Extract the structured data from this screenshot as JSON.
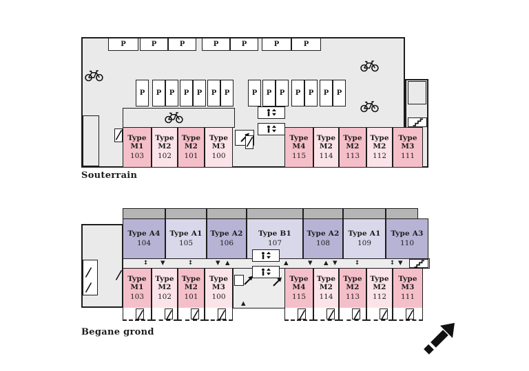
{
  "floors": {
    "souterrain": {
      "label": "Souterrain",
      "parking": {
        "stall_label": "P",
        "top_row_count": 7,
        "middle_row_count": 14
      },
      "units": [
        {
          "name": "Type M1",
          "number": "103",
          "shade": "dark"
        },
        {
          "name": "Type M2",
          "number": "102",
          "shade": "light"
        },
        {
          "name": "Type M2",
          "number": "101",
          "shade": "dark"
        },
        {
          "name": "Type M3",
          "number": "100",
          "shade": "light"
        },
        {
          "name": "Type M4",
          "number": "115",
          "shade": "dark"
        },
        {
          "name": "Type M2",
          "number": "114",
          "shade": "light"
        },
        {
          "name": "Type M2",
          "number": "113",
          "shade": "dark"
        },
        {
          "name": "Type M2",
          "number": "112",
          "shade": "light"
        },
        {
          "name": "Type M3",
          "number": "111",
          "shade": "dark"
        }
      ]
    },
    "begane_grond": {
      "label": "Begane grond",
      "upper_units": [
        {
          "name": "Type A4",
          "number": "104",
          "shade": "dark"
        },
        {
          "name": "Type A1",
          "number": "105",
          "shade": "light"
        },
        {
          "name": "Type A2",
          "number": "106",
          "shade": "dark"
        },
        {
          "name": "Type B1",
          "number": "107",
          "shade": "light"
        },
        {
          "name": "Type A2",
          "number": "108",
          "shade": "dark"
        },
        {
          "name": "Type A1",
          "number": "109",
          "shade": "light"
        },
        {
          "name": "Type A3",
          "number": "110",
          "shade": "dark"
        }
      ],
      "lower_units": [
        {
          "name": "Type M1",
          "number": "103",
          "shade": "dark"
        },
        {
          "name": "Type M2",
          "number": "102",
          "shade": "light"
        },
        {
          "name": "Type M2",
          "number": "101",
          "shade": "dark"
        },
        {
          "name": "Type M3",
          "number": "100",
          "shade": "light"
        },
        {
          "name": "Type M4",
          "number": "115",
          "shade": "dark"
        },
        {
          "name": "Type M2",
          "number": "114",
          "shade": "light"
        },
        {
          "name": "Type M2",
          "number": "113",
          "shade": "dark"
        },
        {
          "name": "Type M2",
          "number": "112",
          "shade": "light"
        },
        {
          "name": "Type M3",
          "number": "111",
          "shade": "dark"
        }
      ]
    }
  },
  "colors": {
    "floor_gray": "#eaeaea",
    "balcony_gray": "#b5b5b5",
    "pink_dark": "#f5bfc9",
    "pink_light": "#fbe4e9",
    "lavender_dark": "#b6b3d5",
    "lavender_light": "#d9d8ea",
    "line": "#1c1c1c"
  }
}
